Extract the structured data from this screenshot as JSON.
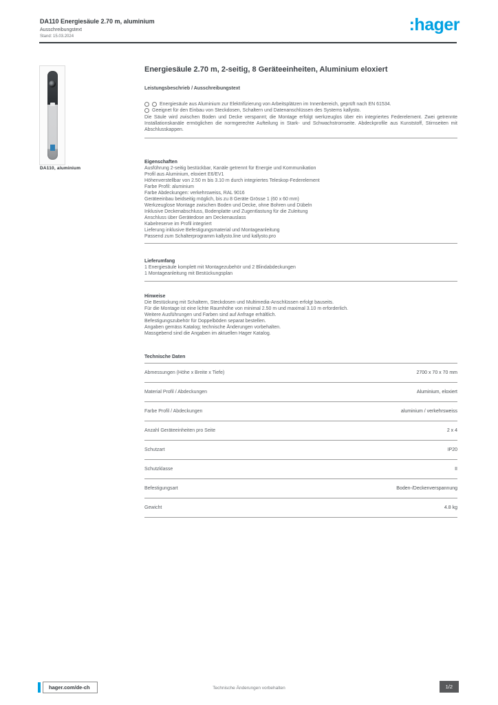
{
  "brand": {
    "hager_blue": "#00a0e1",
    "footer_box_gray": "#58595b"
  },
  "header": {
    "product_line": "DA110 Energiesäule 2.70 m, aluminium",
    "doc_type": "Ausschreibungstext",
    "date_line": "Stand: 15.03.2024",
    "logo_text": ":hager"
  },
  "figure": {
    "caption": "DA110, aluminium"
  },
  "main": {
    "title": "Energiesäule 2.70 m, 2-seitig, 8 Geräteeinheiten, Aluminium eloxiert",
    "subtitle": "Leistungsbeschrieb / Ausschreibungstext",
    "intro": {
      "bullet_1": "Energiesäule aus Aluminium zur Elektrifizierung von Arbeitsplätzen im Innenbereich, geprüft nach EN 61534.",
      "bullet_2": "Geeignet für den Einbau von Steckdosen, Schaltern und Datenanschlüssen des Systems kallysto.",
      "text": "Die Säule wird zwischen Boden und Decke verspannt; die Montage erfolgt werkzeuglos über ein integriertes Federelement. Zwei getrennte Installationskanäle ermöglichen die normgerechte Aufteilung in Stark- und Schwachstromseite. Abdeckprofile aus Kunststoff, Stirnseiten mit Abschlusskappen."
    },
    "features_title": "Eigenschaften",
    "features": [
      "Ausführung 2-seitig bestückbar, Kanäle getrennt für Energie und Kommunikation",
      "Profil aus Aluminium, eloxiert E6/EV1",
      "Höhenverstellbar von 2.50 m bis 3.10 m durch integriertes Teleskop-Federelement",
      "Farbe Profil: aluminium",
      "Farbe Abdeckungen: verkehrsweiss, RAL 9016",
      "Geräteeinbau beidseitig möglich, bis zu 8 Geräte Grösse 1 (60 x 60 mm)",
      "Werkzeuglose Montage zwischen Boden und Decke, ohne Bohren und Dübeln",
      "Inklusive Deckenabschluss, Bodenplatte und Zugentlastung für die Zuleitung",
      "Anschluss über Gerätedose am Deckenauslass",
      "Kabelreserve im Profil integriert",
      "Lieferung inklusive Befestigungsmaterial und Montageanleitung",
      "Passend zum Schalterprogramm kallysto.line und kallysto.pro"
    ],
    "scope_title": "Lieferumfang",
    "scope": [
      "1 Energiesäule komplett mit Montagezubehör und 2 Blindabdeckungen",
      "1 Montageanleitung mit Bestückungsplan"
    ],
    "notes_title": "Hinweise",
    "notes": [
      "Die Bestückung mit Schaltern, Steckdosen und Multimedia-Anschlüssen erfolgt bauseits.",
      "Für die Montage ist eine lichte Raumhöhe von minimal 2.50 m und maximal 3.10 m erforderlich.",
      "Weitere Ausführungen und Farben sind auf Anfrage erhältlich.",
      "Befestigungszubehör für Doppelböden separat bestellen.",
      "Angaben gemäss Katalog; technische Änderungen vorbehalten.",
      "Massgebend sind die Angaben im aktuellen Hager Katalog."
    ],
    "specs_title": "Technische Daten",
    "specs": [
      {
        "label": "Abmessungen (Höhe x Breite x Tiefe)",
        "value": "2700 x 70 x 70 mm"
      },
      {
        "label": "Material Profil / Abdeckungen",
        "value": "Aluminium, eloxiert"
      },
      {
        "label": "Farbe Profil / Abdeckungen",
        "value": "aluminium / verkehrsweiss"
      },
      {
        "label": "Anzahl Geräteeinheiten pro Seite",
        "value": "2 x 4"
      },
      {
        "label": "Schutzart",
        "value": "IP20"
      },
      {
        "label": "Schutzklasse",
        "value": "II"
      },
      {
        "label": "Befestigungsart",
        "value": "Boden-/Deckenverspannung"
      },
      {
        "label": "Gewicht",
        "value": "4.8 kg"
      }
    ]
  },
  "footer": {
    "website": "hager.com/de-ch",
    "center_text": "Technische Änderungen vorbehalten",
    "page_box": "1/2"
  }
}
